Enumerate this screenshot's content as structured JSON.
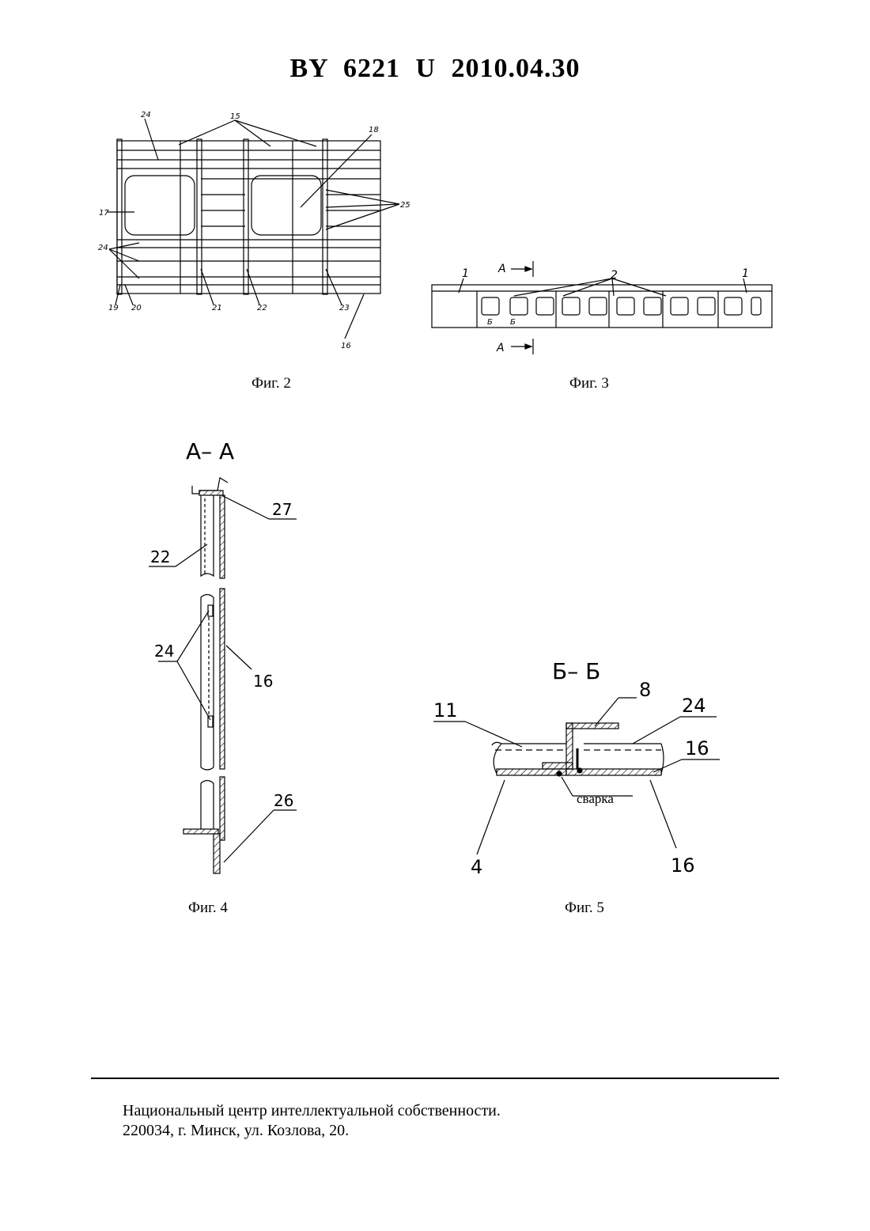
{
  "header": {
    "title": "BY  6221  U  2010.04.30"
  },
  "figures": [
    {
      "caption": "Фиг. 2",
      "labels": [
        "24",
        "15",
        "18",
        "17",
        "25",
        "24",
        "19",
        "20",
        "21",
        "22",
        "23",
        "16"
      ]
    },
    {
      "caption": "Фиг. 3",
      "labels": [
        "1",
        "2",
        "1",
        "А",
        "А",
        "Б",
        "Б"
      ]
    },
    {
      "caption": "Фиг. 4",
      "section_title": "А– А",
      "labels": [
        "27",
        "22",
        "24",
        "16",
        "26"
      ]
    },
    {
      "caption": "Фиг. 5",
      "section_title": "Б– Б",
      "labels": [
        "8",
        "11",
        "24",
        "16",
        "4",
        "16"
      ],
      "note": "сварка"
    }
  ],
  "footer": {
    "line1": "Национальный центр интеллектуальной собственности.",
    "line2": "220034, г. Минск, ул. Козлова, 20."
  }
}
